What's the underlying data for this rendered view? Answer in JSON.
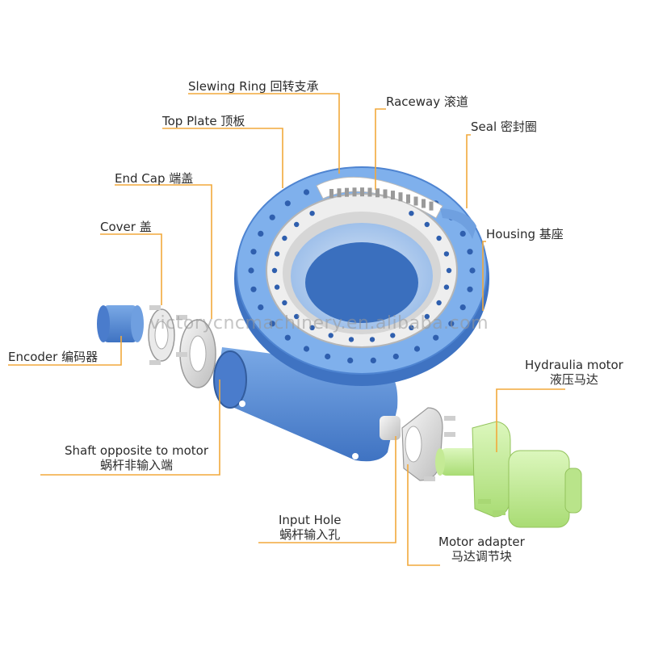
{
  "colors": {
    "leader": "#f2a93b",
    "housing_blue": "#5b8fd6",
    "ring_light": "#7fb0ec",
    "ring_inner": "#f1f1f1",
    "motor_green": "#c8ef9c",
    "metal": "#e3e3e3"
  },
  "watermark": "victorycncmachinery.en.alibaba.com",
  "labels": {
    "slewing_ring": "Slewing Ring  回转支承",
    "raceway": "Raceway  滚道",
    "top_plate": "Top Plate  顶板",
    "seal": "Seal  密封圈",
    "end_cap": "End Cap  端盖",
    "cover": "Cover  盖",
    "housing": "Housing  基座",
    "encoder": "Encoder  编码器",
    "hydraulic_motor_en": "Hydraulia motor",
    "hydraulic_motor_cn": "液压马达",
    "shaft_en": "Shaft opposite to motor",
    "shaft_cn": "蜗杆非输入端",
    "input_hole_en": "Input Hole",
    "input_hole_cn": "蜗杆输入孔",
    "motor_adapter_en": "Motor adapter",
    "motor_adapter_cn": "马达调节块"
  }
}
